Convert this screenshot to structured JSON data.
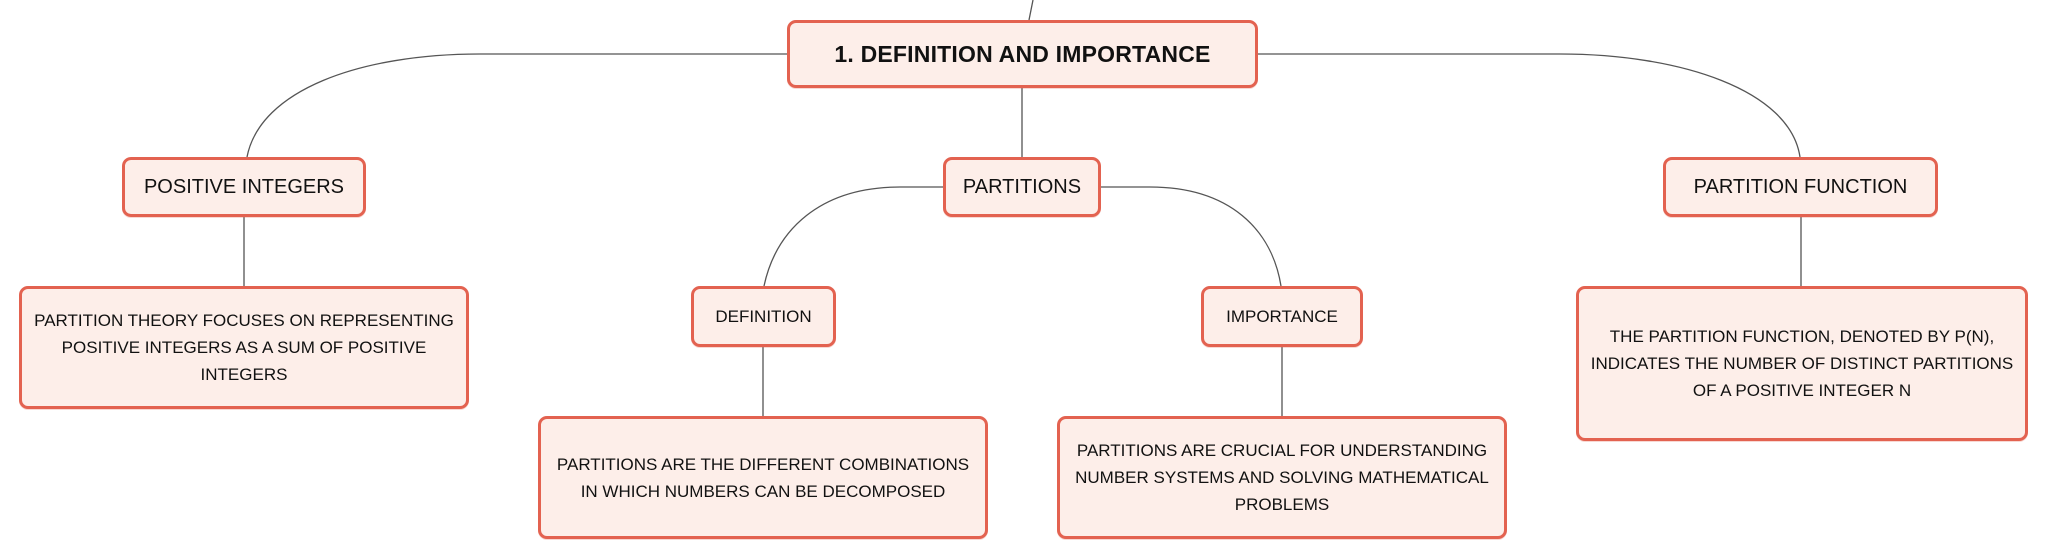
{
  "root": {
    "label": "1. DEFINITION AND IMPORTANCE"
  },
  "nodes": {
    "positive_integers": {
      "label": "POSITIVE INTEGERS"
    },
    "positive_integers_note": {
      "text": "PARTITION THEORY FOCUSES ON REPRESENTING POSITIVE INTEGERS AS A SUM OF POSITIVE INTEGERS"
    },
    "partitions": {
      "label": "PARTITIONS"
    },
    "definition": {
      "label": "DEFINITION"
    },
    "definition_note": {
      "text": "PARTITIONS ARE THE DIFFERENT COMBINATIONS IN WHICH NUMBERS CAN BE DECOMPOSED"
    },
    "importance": {
      "label": "IMPORTANCE"
    },
    "importance_note": {
      "text": "PARTITIONS ARE CRUCIAL FOR UNDERSTANDING NUMBER SYSTEMS AND SOLVING MATHEMATICAL PROBLEMS"
    },
    "partition_function": {
      "label": "PARTITION FUNCTION"
    },
    "partition_function_note": {
      "text": "THE PARTITION FUNCTION, DENOTED BY P(N), INDICATES THE NUMBER OF DISTINCT PARTITIONS OF A POSITIVE INTEGER N"
    }
  },
  "colors": {
    "node_border": "#e36250",
    "node_fill": "#fdeee9",
    "connector": "#555555"
  }
}
